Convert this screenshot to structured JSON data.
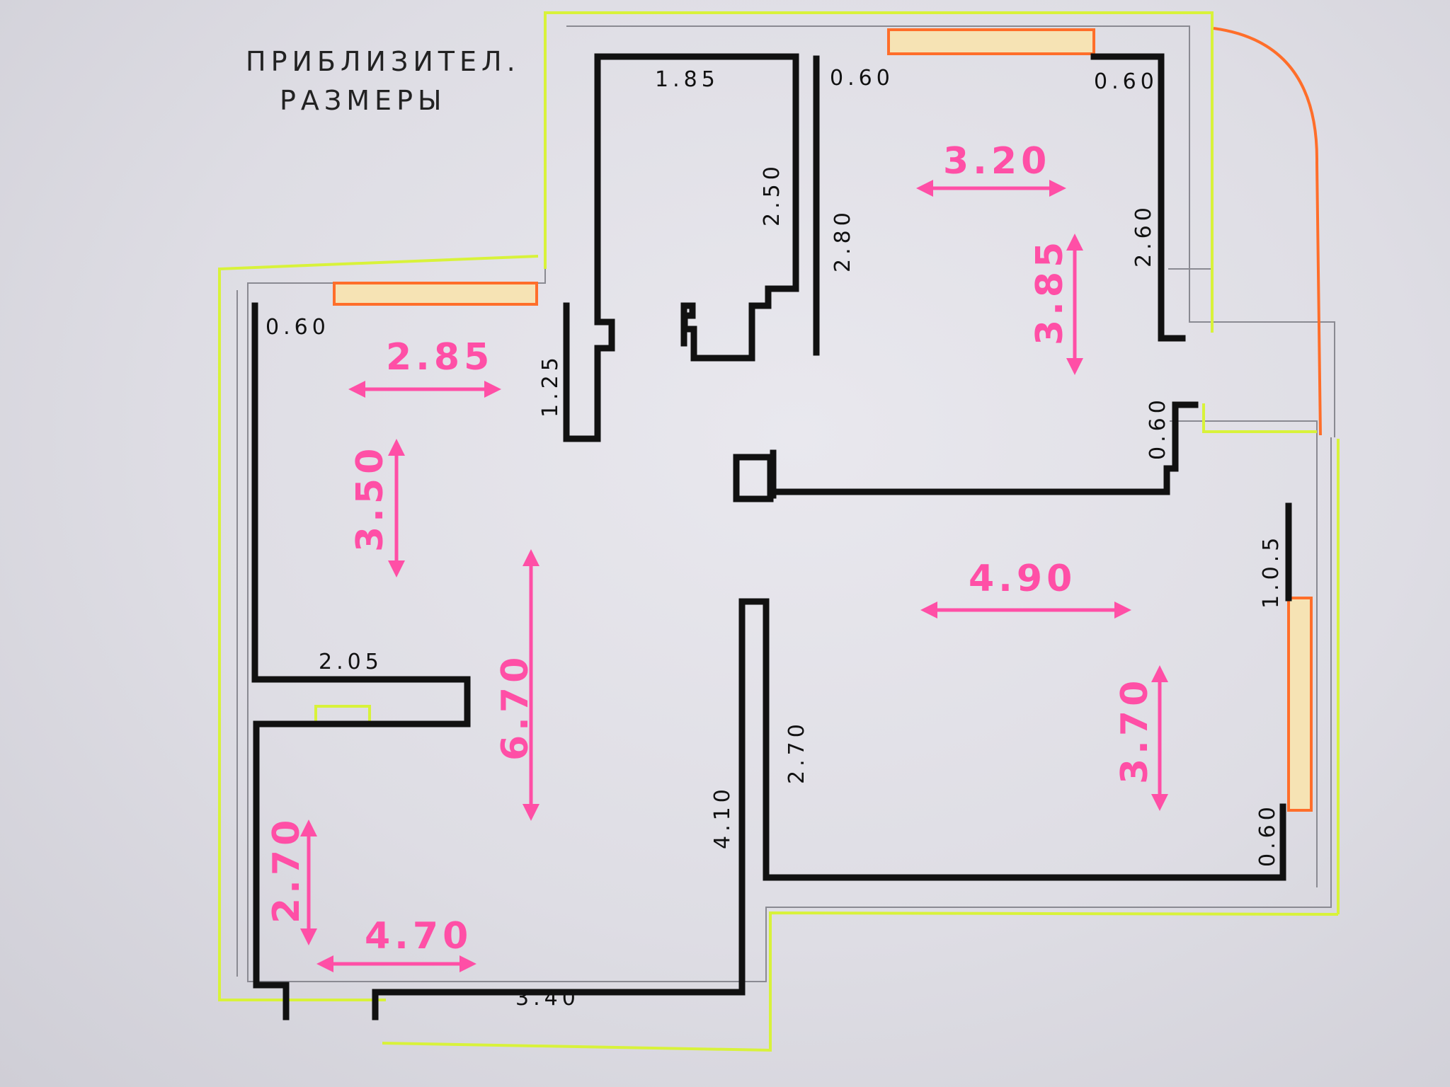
{
  "title": {
    "line1": "ПРИБЛИЗИТЕЛ.",
    "line2": "РАЗМЕРЫ"
  },
  "black_dimensions": {
    "d_185": "1.85",
    "d_250": "2.50",
    "d_280": "2.80",
    "d_060_top_left": "0.60",
    "d_060_top_right": "0.60",
    "d_260": "2.60",
    "d_060_left_room": "0.60",
    "d_125": "1.25",
    "d_060_mid": "0.60",
    "d_105": "1.0.5",
    "d_205": "2.05",
    "d_270_mid": "2.70",
    "d_410": "4.10",
    "d_340": "3.40",
    "d_060_right_bottom": "0.60"
  },
  "pink_dimensions": {
    "room_top_right_width": "3.20",
    "room_top_right_height": "3.85",
    "room_left_width": "2.85",
    "room_left_height": "3.50",
    "hall_height": "6.70",
    "room_right_width": "4.90",
    "room_right_height": "3.70",
    "kitchen_height": "2.70",
    "kitchen_width": "4.70"
  },
  "colors": {
    "walls": "#111111",
    "outer_outline": "#d8f23a",
    "windows": "#ff6e2a",
    "dimension_arrows": "#ff4fa6",
    "pencil": "#8a8a92"
  }
}
